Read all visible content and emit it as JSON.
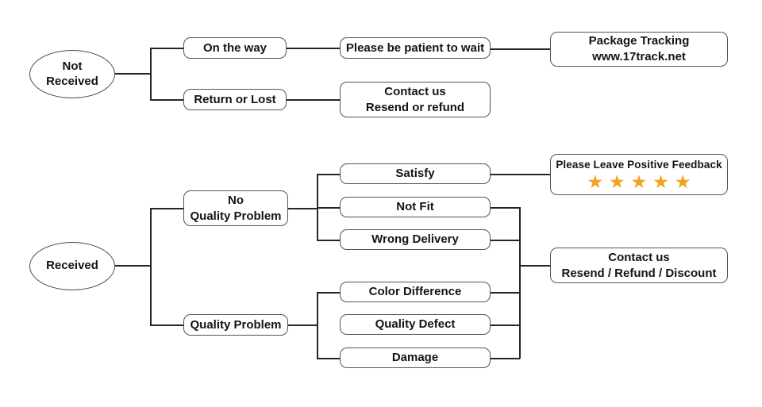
{
  "palette": {
    "background": "#ffffff",
    "line": "#262626",
    "node_border": "#545454",
    "text": "#141414",
    "star": "#F5A01E"
  },
  "flowchart": {
    "not_received_branch": {
      "not_received": {
        "label_line1": "Not",
        "label_line2": "Received"
      },
      "on_the_way": {
        "label": "On the way"
      },
      "return_or_lost": {
        "label": "Return or Lost"
      },
      "please_wait": {
        "label": "Please be patient to wait"
      },
      "package_tracking": {
        "label_line1": "Package Tracking",
        "label_line2": "www.17track.net"
      },
      "contact_resend_refund": {
        "label_line1": "Contact us",
        "label_line2": "Resend or refund"
      }
    },
    "received_branch": {
      "received": {
        "label": "Received"
      },
      "no_quality_problem": {
        "label_line1": "No",
        "label_line2": "Quality Problem"
      },
      "quality_problem": {
        "label": "Quality Problem"
      },
      "satisfy": {
        "label": "Satisfy"
      },
      "not_fit": {
        "label": "Not Fit"
      },
      "wrong_delivery": {
        "label": "Wrong Delivery"
      },
      "color_difference": {
        "label": "Color Difference"
      },
      "quality_defect": {
        "label": "Quality Defect"
      },
      "damage": {
        "label": "Damage"
      },
      "positive_feedback": {
        "label": "Please Leave Positive Feedback",
        "stars": "★★★★★",
        "stars_count": 5
      },
      "contact_resend_refund_discount": {
        "label_line1": "Contact us",
        "label_line2": "Resend / Refund / Discount"
      }
    }
  }
}
